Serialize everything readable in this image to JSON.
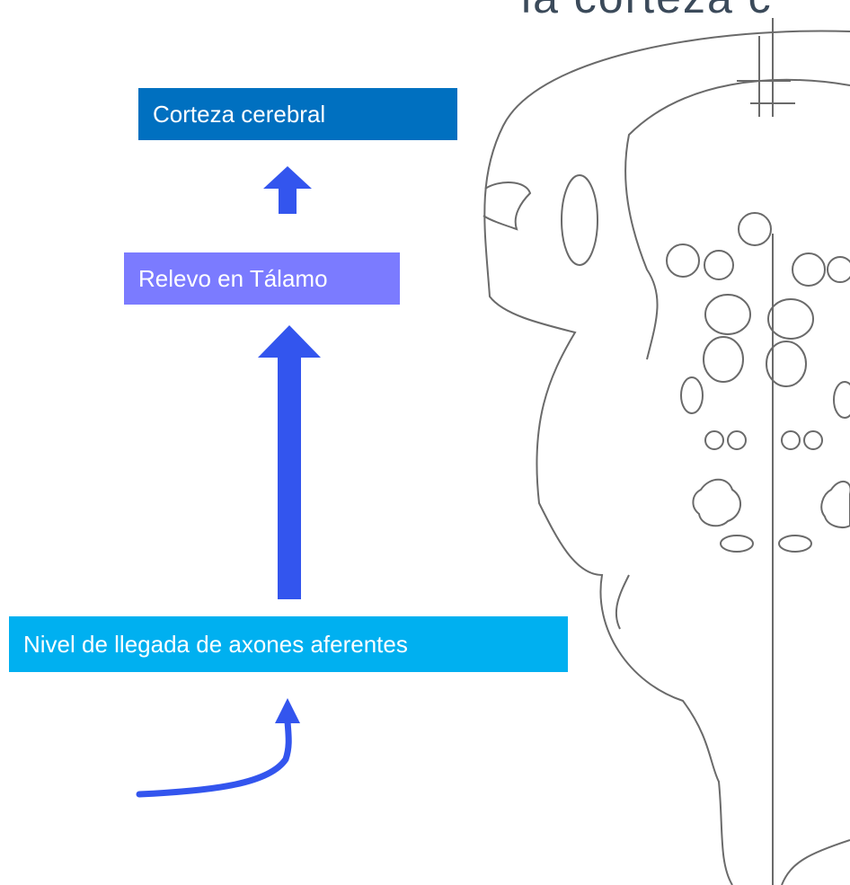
{
  "title": "la corteza c",
  "boxes": {
    "cortex": "Corteza cerebral",
    "thalamus": "Relevo en Tálamo",
    "afferent": "Nivel de llegada de axones aferentes"
  },
  "colors": {
    "cortex": "#0070c0",
    "thalamus": "#7b7bff",
    "afferent": "#00b0f0",
    "arrow": "#3355ee",
    "outline": "#6a6a6a"
  },
  "icons": [
    "up-arrow-icon",
    "curved-arrow-icon",
    "brainstem-outline-illustration"
  ]
}
